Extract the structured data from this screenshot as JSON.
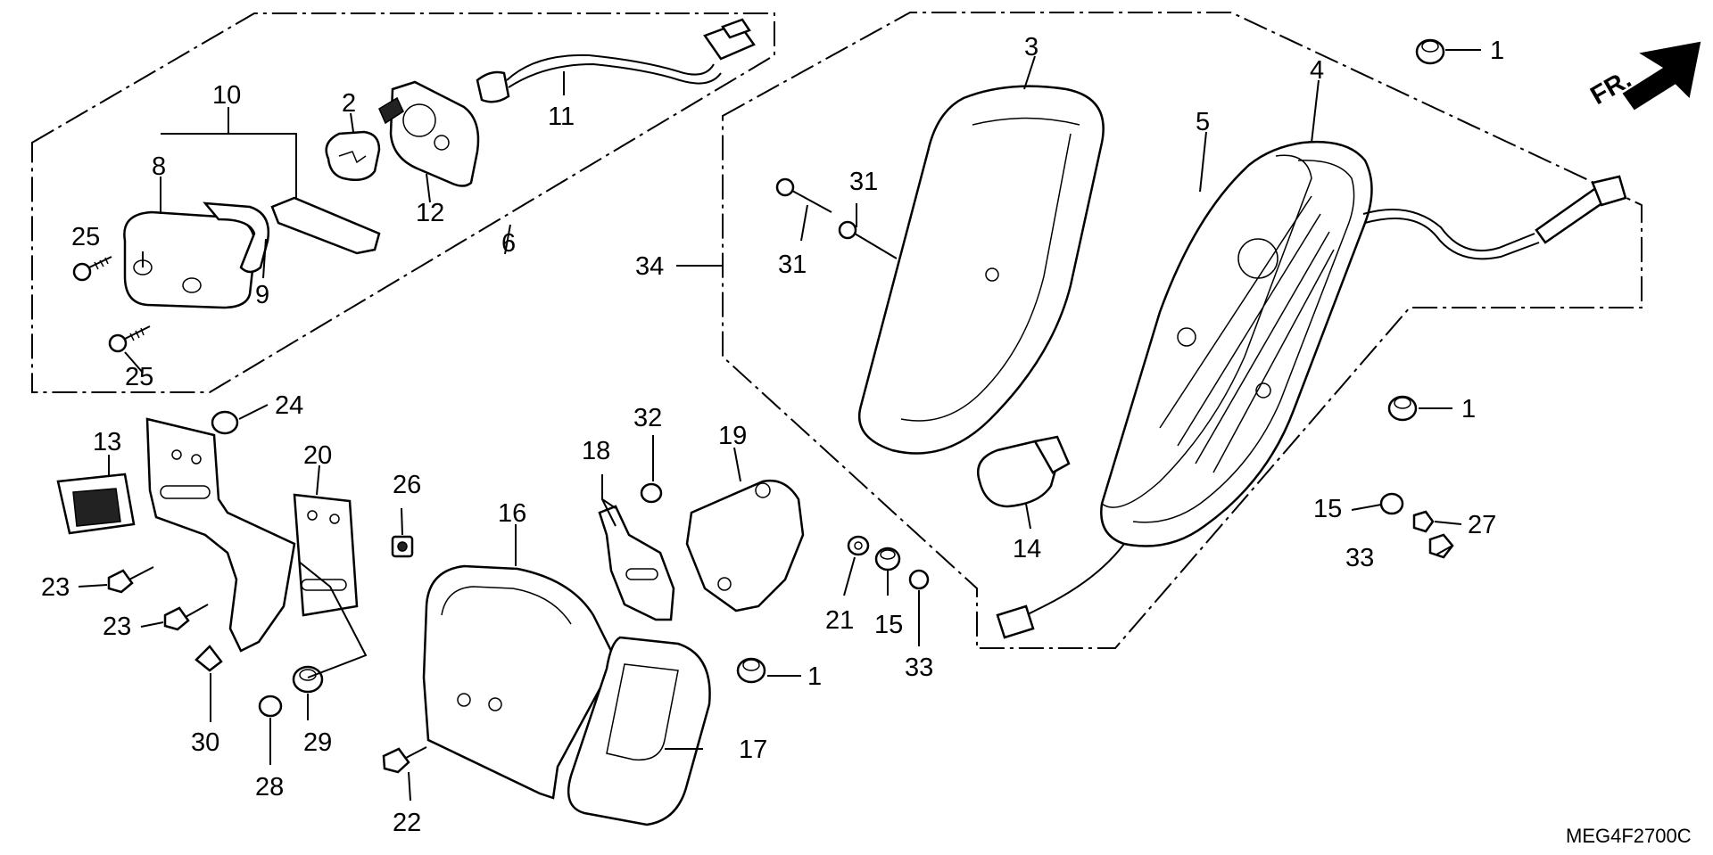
{
  "diagram_code": "MEG4F2700C",
  "front_indicator": "FR.",
  "callouts": {
    "c1a": "1",
    "c1b": "1",
    "c1c": "1",
    "c2": "2",
    "c3": "3",
    "c4": "4",
    "c5": "5",
    "c6": "6",
    "c8": "8",
    "c9": "9",
    "c10": "10",
    "c11": "11",
    "c12": "12",
    "c13": "13",
    "c14": "14",
    "c15a": "15",
    "c15b": "15",
    "c16": "16",
    "c17": "17",
    "c18": "18",
    "c19": "19",
    "c20": "20",
    "c21": "21",
    "c22": "22",
    "c23a": "23",
    "c23b": "23",
    "c24": "24",
    "c25a": "25",
    "c25b": "25",
    "c26": "26",
    "c27": "27",
    "c28": "28",
    "c29": "29",
    "c30": "30",
    "c31a": "31",
    "c31b": "31",
    "c32": "32",
    "c33a": "33",
    "c33b": "33",
    "c34": "34"
  }
}
